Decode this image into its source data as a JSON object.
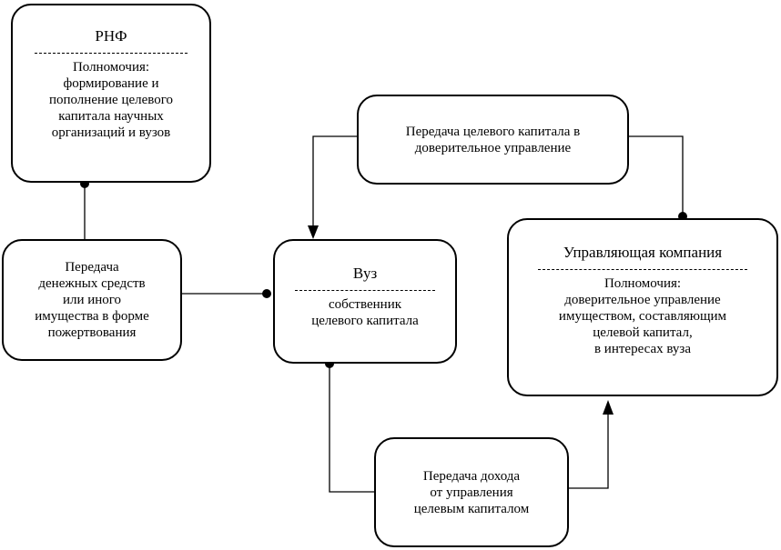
{
  "rnf": {
    "title": "РНФ",
    "text": "Полномочия:\nформирование и\nпополнение целевого\nкапитала научных\nорганизаций и вузов"
  },
  "donation": {
    "text": "Передача\nденежных средств\nили иного\nимущества в форме\nпожертвования"
  },
  "vuz": {
    "title": "Вуз",
    "text": "собственник\nцелевого капитала"
  },
  "trust_transfer": {
    "text": "Передача целевого капитала в\nдоверительное управление"
  },
  "management_company": {
    "title": "Управляющая компания",
    "text": "Полномочия:\nдоверительное управление\nимуществом, составляющим\nцелевой капитал,\nв интересах вуза"
  },
  "income_transfer": {
    "text": "Передача дохода\nот управления\nцелевым капиталом"
  }
}
